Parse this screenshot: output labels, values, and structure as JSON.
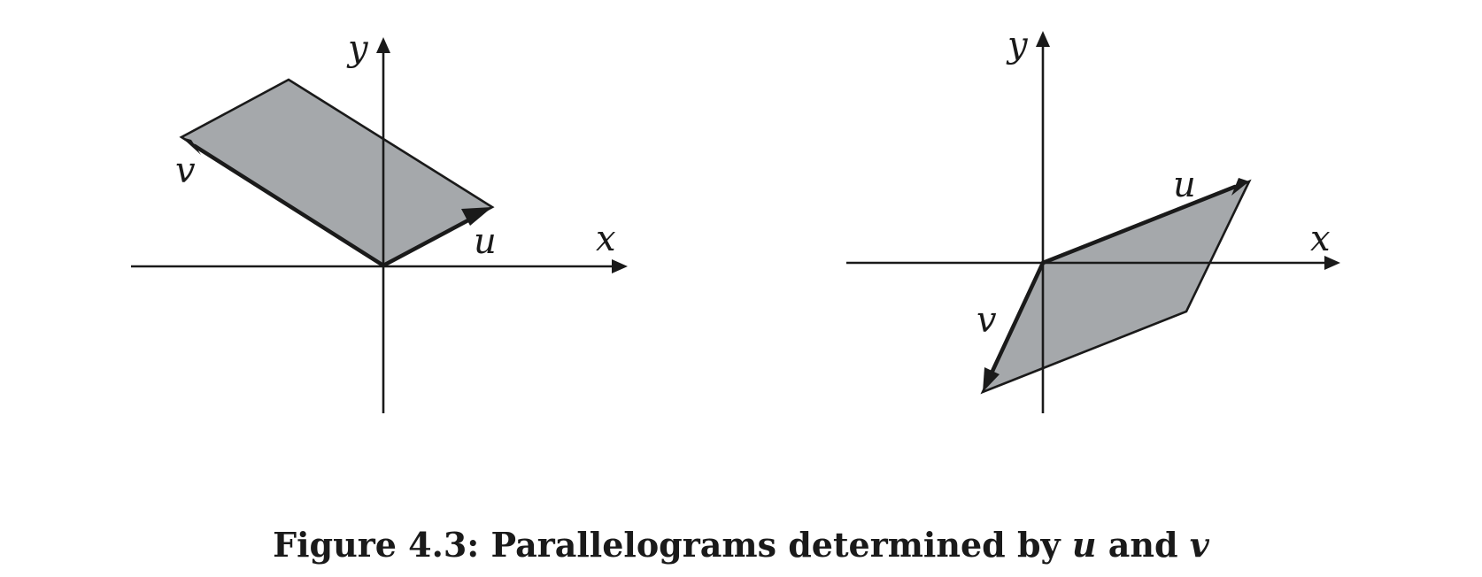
{
  "caption": {
    "figure_label": "Figure 4.3:",
    "text_before": "Parallelograms determined by",
    "var_u": "u",
    "conjunction": "and",
    "var_v": "v"
  },
  "panels": [
    {
      "axis_x_label": "x",
      "axis_y_label": "y",
      "vector_u_label": "u",
      "vector_v_label": "v"
    },
    {
      "axis_x_label": "x",
      "axis_y_label": "y",
      "vector_u_label": "u",
      "vector_v_label": "v"
    }
  ],
  "colors": {
    "region_fill": "#a5a8ab",
    "ink": "#1a1a1a"
  }
}
